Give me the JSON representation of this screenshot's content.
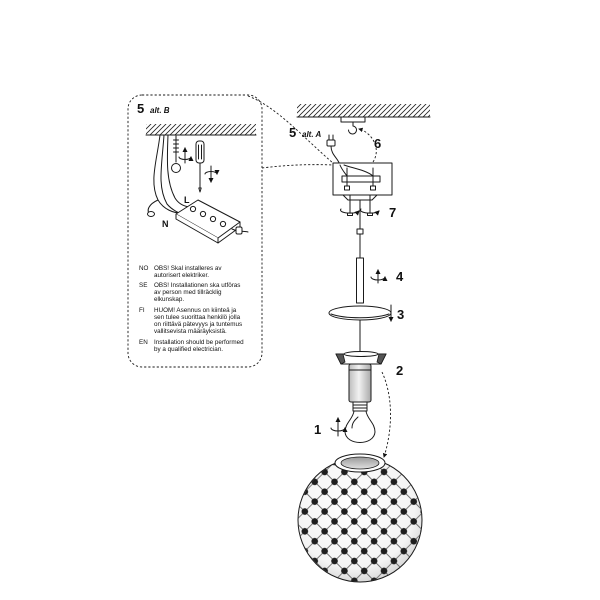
{
  "callout_alt_b": {
    "step_number": "5",
    "step_variant": "alt. B",
    "terminal_label_live": "L",
    "terminal_label_neutral": "N"
  },
  "warnings": [
    {
      "code": "NO",
      "lines": [
        "OBS! Skal installeres av",
        "autorisert elektriker."
      ]
    },
    {
      "code": "SE",
      "lines": [
        "OBS! Installationen ska utföras",
        "av person med tillräcklig",
        "elkunskap."
      ]
    },
    {
      "code": "FI",
      "lines": [
        "HUOM! Asennus on kiinteä ja",
        "sen tulee suorittaa henkilö jolla",
        "on riittävä pätevyys ja tuntemus",
        "vallitsevista määräyksistä."
      ]
    },
    {
      "code": "EN",
      "lines": [
        "Installation should be performed",
        "by a qualified electrician."
      ]
    }
  ],
  "steps": {
    "step_1": "1",
    "step_2": "2",
    "step_3": "3",
    "step_4": "4",
    "step_5_alt_a_number": "5",
    "step_5_alt_a_variant": "alt. A",
    "step_6": "6",
    "step_7": "7"
  },
  "colors": {
    "line": "#1a1a1a",
    "net_dot": "#1e1e1e",
    "socket_fill": "#d9d9d9"
  },
  "icons": [
    "ceiling-hatch",
    "hook-icon",
    "plug-icon",
    "junction-box",
    "rotate-arrow-icon",
    "screwdriver-icon",
    "terminal-block",
    "light-bulb-icon",
    "net-globe-shade"
  ]
}
